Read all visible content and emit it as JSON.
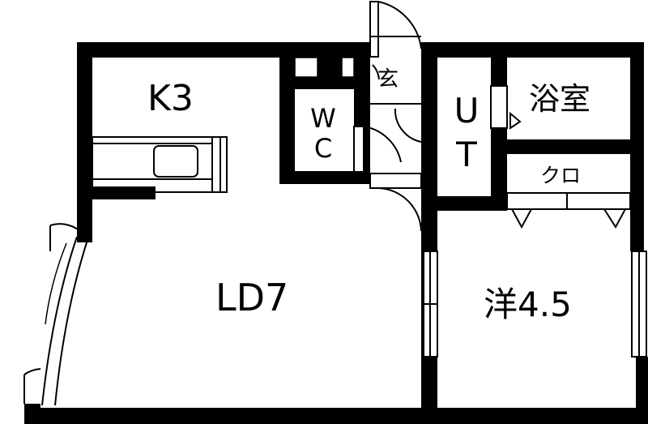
{
  "rooms": {
    "kitchen": "K3",
    "living_dining": "LD7",
    "western_room": "洋4.5",
    "bathroom": "浴室",
    "unit": "UT",
    "toilet": "WC",
    "entrance": "玄",
    "closet": "クロ"
  },
  "colors": {
    "wall": "#000000",
    "background": "#ffffff"
  }
}
